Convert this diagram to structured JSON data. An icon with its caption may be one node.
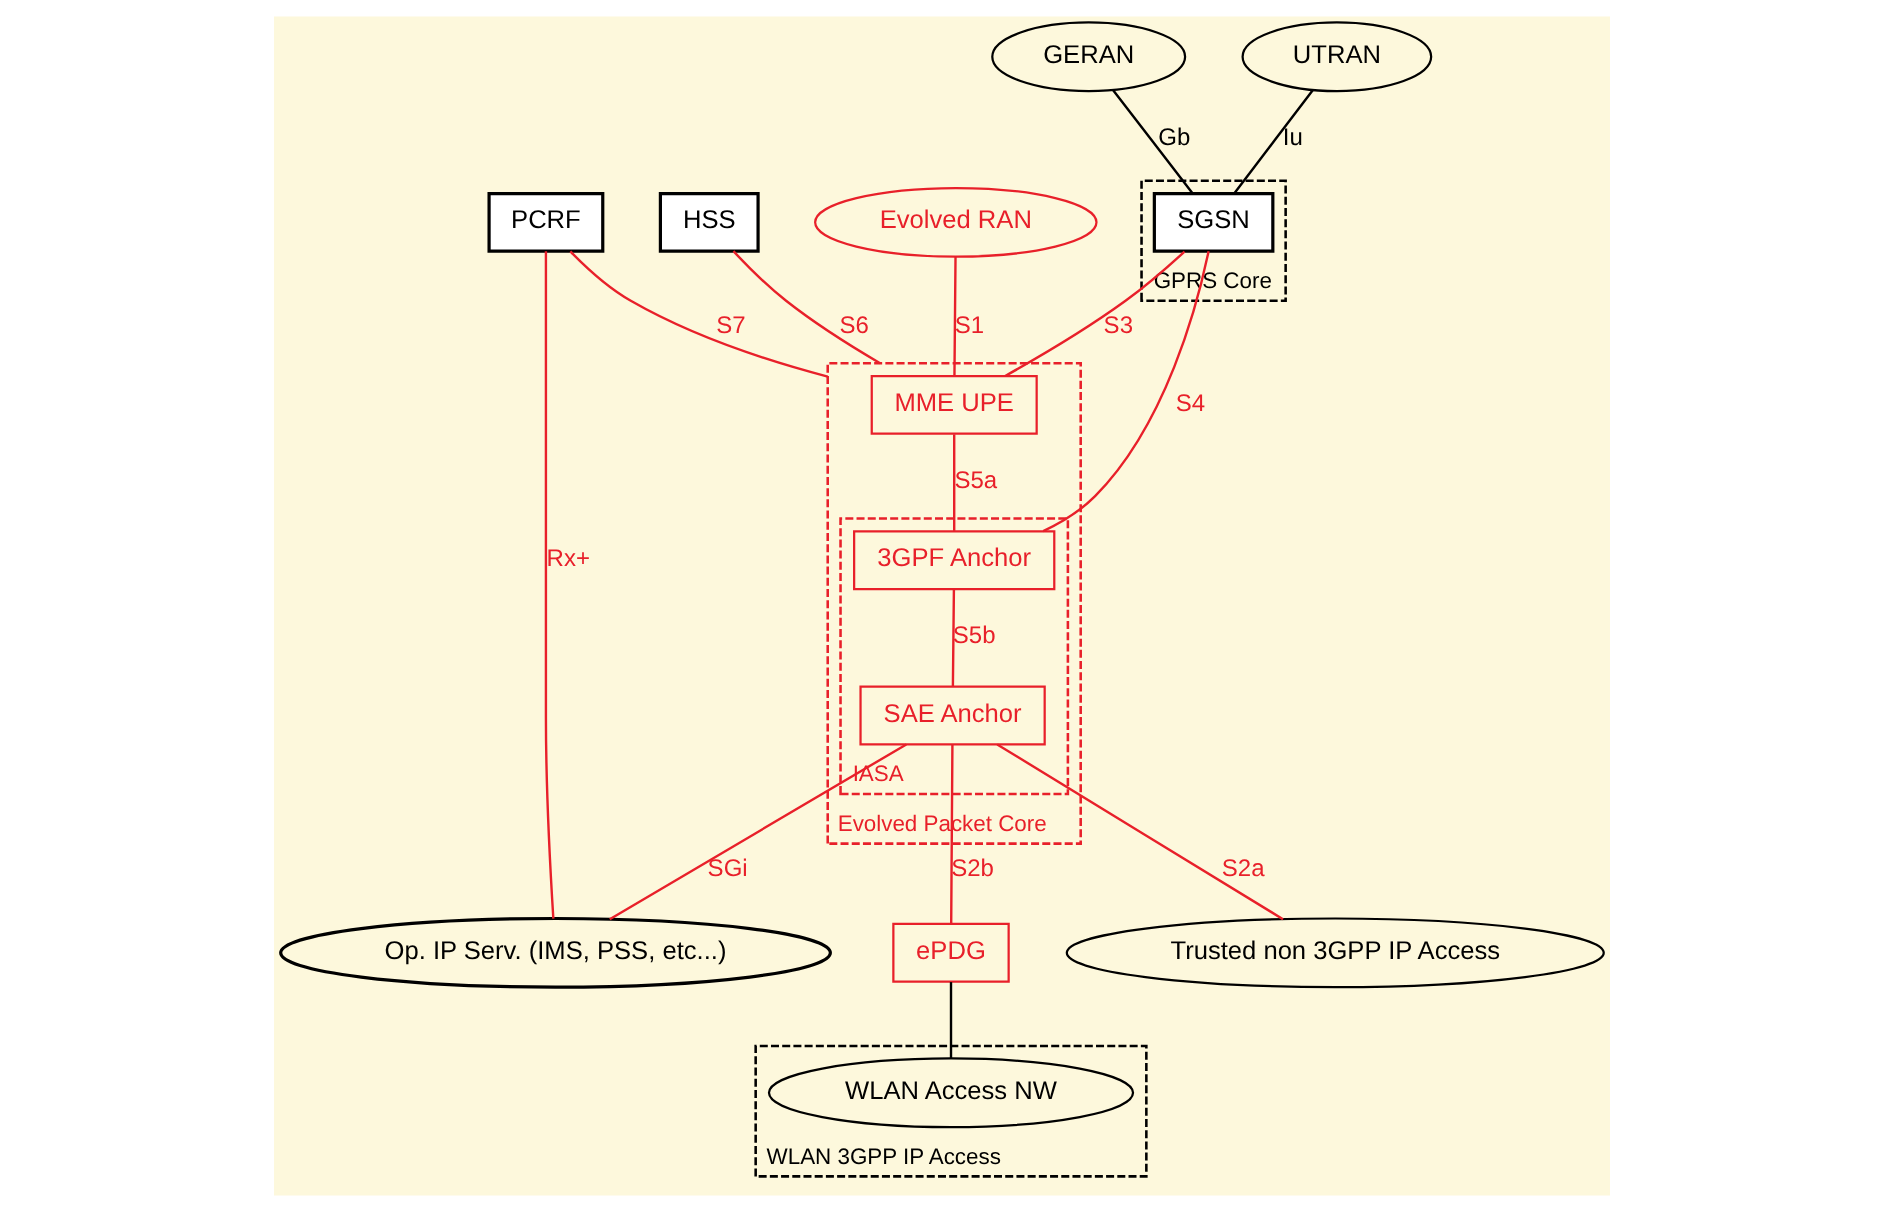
{
  "diagram": {
    "nodes": [
      {
        "text": [
          "GERAN"
        ]
      },
      {
        "text": [
          "UTRAN"
        ]
      },
      {
        "text": [
          "GPRS Core"
        ]
      },
      {
        "text": [
          "SGSN"
        ],
        "in": 2
      },
      {
        "text": [
          "PCRF"
        ]
      },
      {
        "text": [
          "HSS"
        ]
      },
      {
        "text": [
          "Evolved RAN"
        ]
      },
      {
        "text": [
          "Evolved Packet Core"
        ]
      },
      {
        "text": [
          "MME UPE"
        ],
        "in": 7
      },
      {
        "text": [
          "IASA"
        ],
        "in": 7
      },
      {
        "text": [
          "3GPF Anchor"
        ],
        "in": 9
      },
      {
        "text": [
          "SAE Anchor"
        ],
        "in": 9
      },
      {
        "text": [
          "ePDG"
        ]
      },
      {
        "text": [
          "WLAN 3GPP IP Access"
        ]
      },
      {
        "text": [
          "WLAN Access NW"
        ],
        "in": 13
      },
      {
        "text": [
          "Trusted non 3GPP IP Access"
        ]
      },
      {
        "text": [
          "Op. IP Serv. (IMS, PSS, etc...)"
        ]
      }
    ],
    "edges": [
      {
        "from": 0,
        "to": 3,
        "arrow": "none",
        "label": "Gb",
        "color": "#000000"
      },
      {
        "from": 1,
        "to": 3,
        "arrow": "none",
        "label": "Iu",
        "color": "#000000"
      },
      {
        "from": 3,
        "to": 8,
        "arrow": "none",
        "label": "S3"
      },
      {
        "from": 3,
        "to": 10,
        "arrow": "none",
        "label": "S4"
      },
      {
        "from": 4,
        "to": 7,
        "arrow": "none",
        "label": "S7"
      },
      {
        "from": 4,
        "to": 16,
        "arrow": "none",
        "label": "Rx+"
      },
      {
        "from": 5,
        "to": 7,
        "arrow": "none",
        "label": "S6"
      },
      {
        "from": 6,
        "to": 8,
        "arrow": "none",
        "label": "S1"
      },
      {
        "from": 8,
        "to": 10,
        "arrow": "none",
        "label": "S5a"
      },
      {
        "from": 10,
        "to": 11,
        "arrow": "none",
        "label": "S5b"
      },
      {
        "from": 11,
        "to": 16,
        "arrow": "none",
        "label": "SGi"
      },
      {
        "from": 11,
        "to": 15,
        "arrow": "none",
        "label": "S2a"
      },
      {
        "from": 11,
        "to": 12,
        "arrow": "none",
        "label": "S2b"
      },
      {
        "from": 12,
        "to": 14,
        "arrow": "none",
        "color": "#000000"
      }
    ]
  }
}
